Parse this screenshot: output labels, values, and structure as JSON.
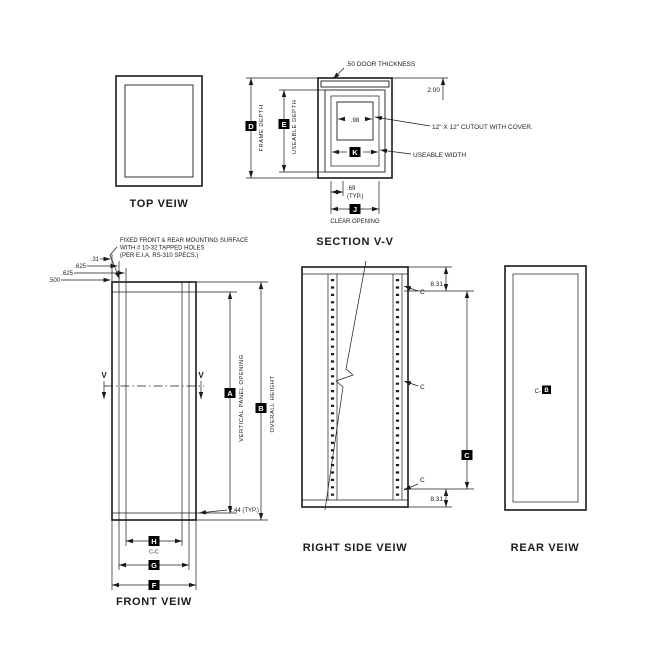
{
  "colors": {
    "line": "#1b1b1b",
    "background": "#ffffff",
    "label_bg": "#000000",
    "label_fg": "#ffffff"
  },
  "top_view": {
    "title": "TOP VEIW"
  },
  "section_view": {
    "title": "SECTION V-V",
    "door_thickness_note": ".50 DOOR THICKNESS",
    "dim_2_00": "2.00",
    "dim_98": ".98",
    "cutout_note": "12\" X 12\" CUTOUT WITH COVER.",
    "useable_width_note": "USEABLE WIDTH",
    "frame_depth_label": "FRAME DEPTH",
    "useable_depth_label": "USEABLE DEPTH",
    "dim_69": ".69",
    "typ": "(TYP.)",
    "clear_opening_label": "CLEAR OPENING",
    "letter_d": "D",
    "letter_e": "E",
    "letter_k": "K",
    "letter_j": "J"
  },
  "front_view": {
    "title": "FRONT VEIW",
    "note_line1": "FIXED FRONT & REAR MOUNTING SURFACE",
    "note_line2": "WITH # 10-32 TAPPED HOLES",
    "note_line3": "(PER E.I.A. RS-310 SPECS.)",
    "dim_31": ".31",
    "dim_625": ".625",
    "dim_500": ".500",
    "section_marker": "V",
    "vertical_panel_opening_label": "VERTICAL PANEL OPENING",
    "overall_height_label": "OVERALL HEIGHT",
    "dim_2_44": "2.44 (TYP.)",
    "cc_label": "C-C",
    "letter_a": "A",
    "letter_b": "B",
    "letter_h": "H",
    "letter_g": "G",
    "letter_f": "F"
  },
  "right_side_view": {
    "title": "RIGHT SIDE VEIW",
    "dim_8_31": "8.31",
    "hole_label": "C",
    "letter_c": "C"
  },
  "rear_view": {
    "title": "REAR VEIW",
    "center_prefix": "C-",
    "letter_b": "B"
  }
}
